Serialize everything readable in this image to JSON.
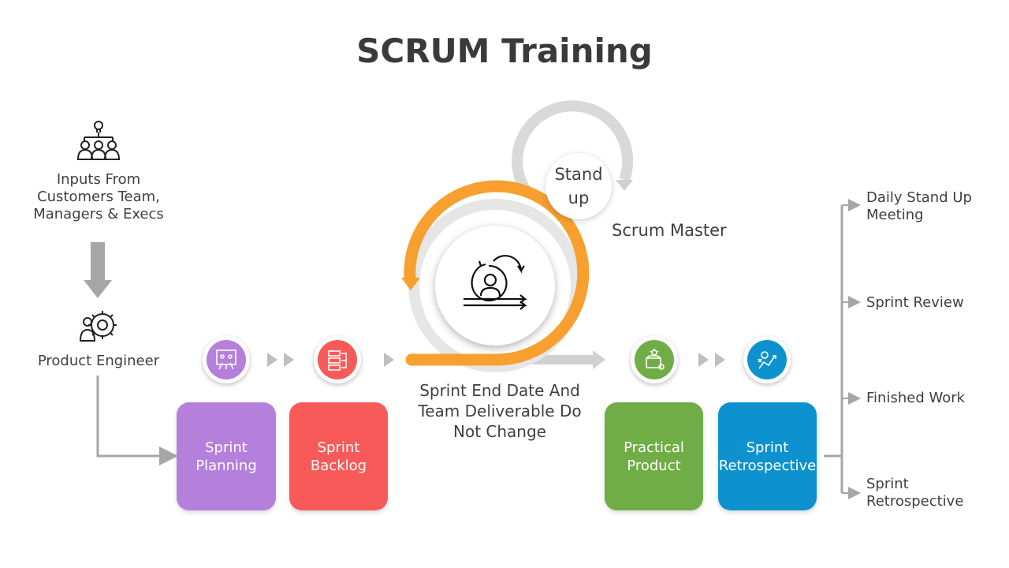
{
  "title": "SCRUM Training",
  "inputs_label": "Inputs From\nCustomers Team,\nManagers & Execs",
  "product_engineer_label": "Product Engineer",
  "standup_label": "Stand\nup",
  "scrum_master_label": "Scrum Master",
  "center_caption": "Sprint End Date And\nTeam Deliverable Do\nNot Change",
  "steps": [
    {
      "label": "Sprint\nPlanning",
      "color": "#b57fdc"
    },
    {
      "label": "Sprint\nBacklog",
      "color": "#f85a5a"
    },
    {
      "label": "Practical\nProduct",
      "color": "#70ad47"
    },
    {
      "label": "Sprint\nRetrospective",
      "color": "#0e92cf"
    }
  ],
  "outcomes": [
    "Daily Stand Up\nMeeting",
    "Sprint Review",
    "Finished Work",
    "Sprint\nRetrospective"
  ],
  "colors": {
    "orange": "#f7a030",
    "gray": "#bfbfbf",
    "dark_gray": "#a6a6a6"
  }
}
